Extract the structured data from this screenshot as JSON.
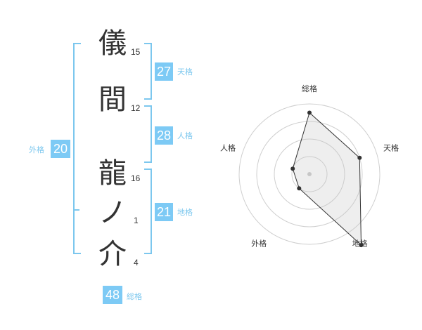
{
  "name": {
    "chars": [
      {
        "char": "儀",
        "strokes": "15"
      },
      {
        "char": "間",
        "strokes": "12"
      },
      {
        "char": "龍",
        "strokes": "16"
      },
      {
        "char": "ノ",
        "strokes": "1"
      },
      {
        "char": "介",
        "strokes": "4"
      }
    ]
  },
  "fortunes": {
    "tenkaku": {
      "value": "27",
      "label": "天格"
    },
    "jinkaku": {
      "value": "28",
      "label": "人格"
    },
    "chikaku": {
      "value": "21",
      "label": "地格"
    },
    "gaikaku": {
      "value": "20",
      "label": "外格"
    },
    "soukaku": {
      "value": "48",
      "label": "総格"
    }
  },
  "colors": {
    "accent": "#7dcaf5",
    "bracket": "#7cc7ee",
    "text": "#333333"
  },
  "chart_data": {
    "type": "radar",
    "axes": [
      "総格",
      "天格",
      "地格",
      "外格",
      "人格"
    ],
    "rings": 4,
    "values": [
      3.5,
      3,
      5,
      1,
      1
    ]
  }
}
